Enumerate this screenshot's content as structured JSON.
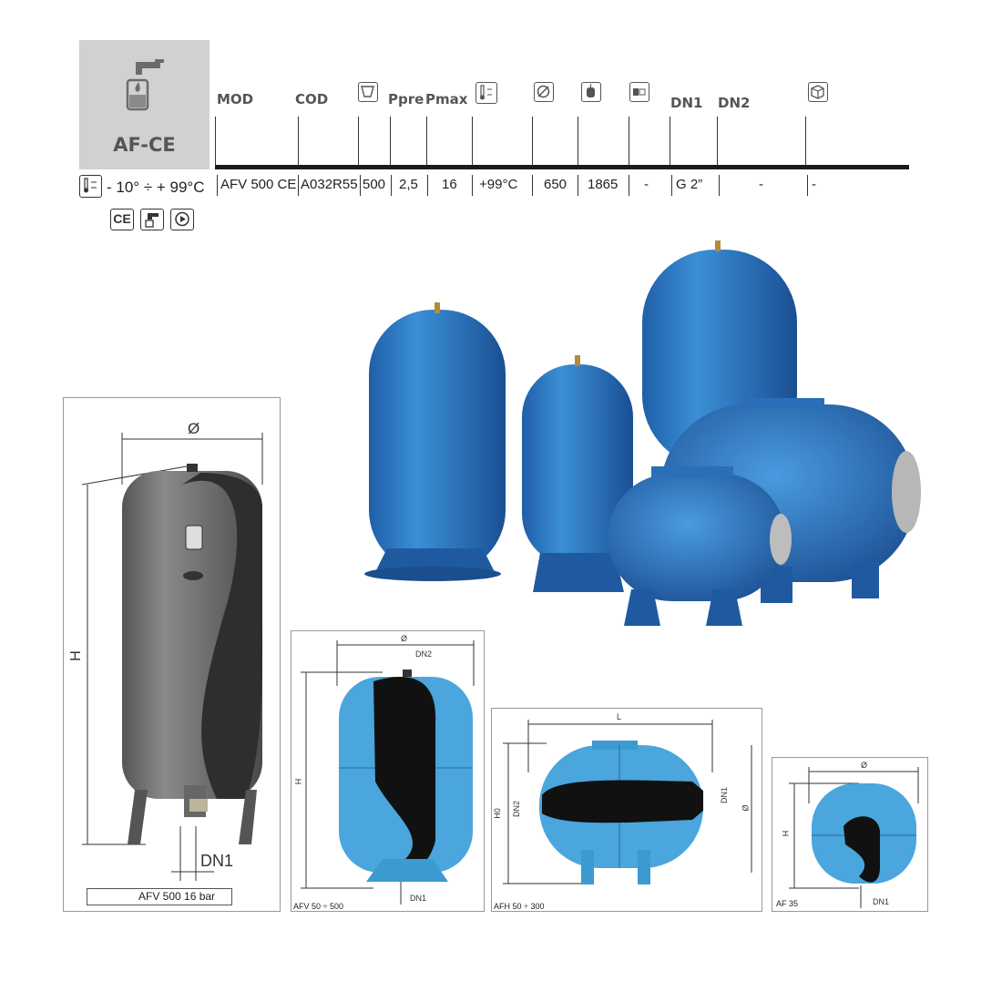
{
  "badge": {
    "label": "AF-CE",
    "icon": "tap-vessel-icon"
  },
  "table": {
    "headers": {
      "mod": "MOD",
      "cod": "COD",
      "ppre": "Ppre",
      "pmax": "Pmax",
      "dn1": "DN1",
      "dn2": "DN2"
    },
    "header_icons": [
      "volume-icon",
      "temperature-icon",
      "diameter-icon",
      "height-icon",
      "flange-icon",
      "package-icon"
    ],
    "row": {
      "mod": "AFV 500 CE",
      "cod": "A032R55",
      "volume": "500",
      "ppre": "2,5",
      "pmax": "16",
      "temp": "+99°C",
      "diameter": "650",
      "height": "1865",
      "flange": "-",
      "dn1": "G 2”",
      "dn2": "-",
      "pack": "-"
    }
  },
  "temperature_range": "- 10° ÷ + 99°C",
  "certifications": [
    "CE",
    "drinking-water-icon",
    "play-icon"
  ],
  "colors": {
    "badge_bg": "#d1d1d1",
    "tank_blue": "#2f7fc4",
    "tank_gray": "#6f6f6f",
    "drawing_blue": "#4aa6dc"
  },
  "drawings": {
    "big": {
      "caption": "AFV 500 16 bar",
      "dim_d": "Ø",
      "dim_h": "H",
      "dim_dn1": "DN1"
    },
    "afv": {
      "caption": "AFV 50 ÷ 500",
      "dim_d": "Ø",
      "dim_dn2": "DN2",
      "dim_h": "H",
      "dim_dn1": "DN1"
    },
    "afh": {
      "caption": "AFH 50 ÷ 300",
      "dim_l": "L",
      "dim_h0": "H0",
      "dim_dn2": "DN2",
      "dim_dn1": "DN1",
      "dim_d": "Ø"
    },
    "af35": {
      "caption": "AF 35",
      "dim_d": "Ø",
      "dim_h": "H",
      "dim_dn1": "DN1"
    }
  }
}
